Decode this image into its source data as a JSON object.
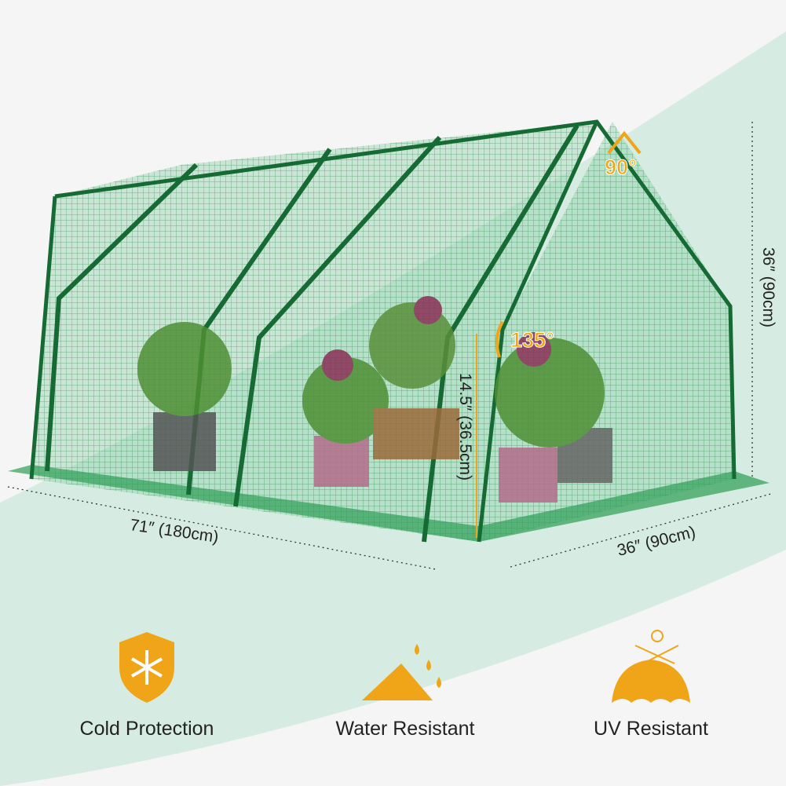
{
  "colors": {
    "accent": "#f0a418",
    "greenhouse": "#1f9a4a",
    "band": "#d6ece2"
  },
  "dimensions": {
    "roof_angle": "90°",
    "height": "36″  (90cm)",
    "wall_angle": "135°",
    "wall_height": "14.5″  (36.5cm)",
    "length": "71″   (180cm)",
    "width": "36″   (90cm)"
  },
  "features": [
    {
      "icon": "snowflake-shield-icon",
      "label": "Cold Protection"
    },
    {
      "icon": "water-drops-icon",
      "label": "Water Resistant"
    },
    {
      "icon": "sun-umbrella-icon",
      "label": "UV Resistant"
    }
  ]
}
